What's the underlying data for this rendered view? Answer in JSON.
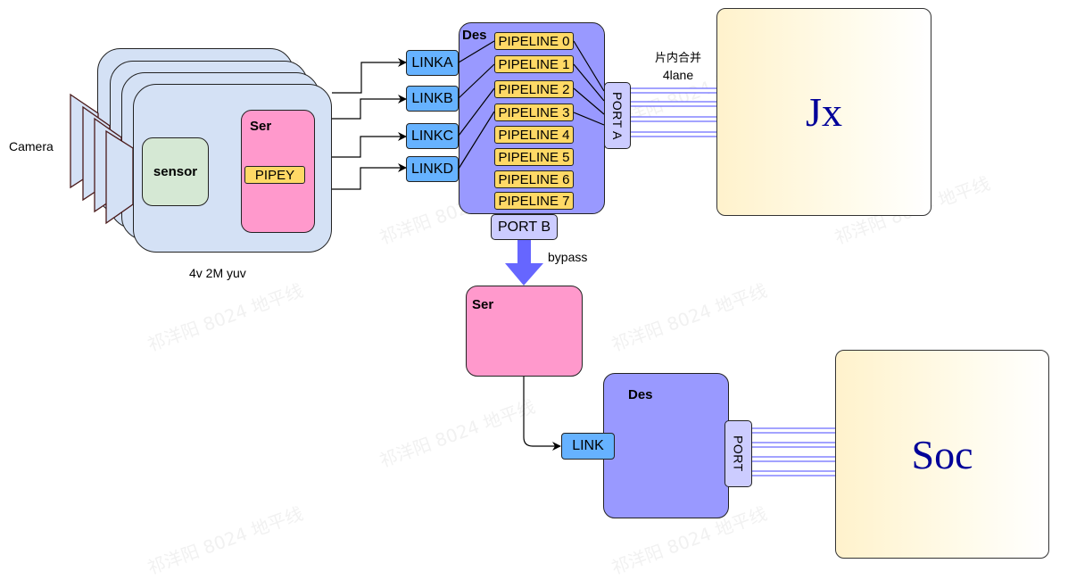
{
  "camera": {
    "label": "Camera",
    "module_caption": "4v 2M yuv",
    "sensor_label": "sensor",
    "ser_label": "Ser",
    "pipe_label": "PIPEY"
  },
  "des_main": {
    "title": "Des",
    "links": [
      "LINKA",
      "LINKB",
      "LINKC",
      "LINKD"
    ],
    "pipelines": [
      "PIPELINE 0",
      "PIPELINE 1",
      "PIPELINE 2",
      "PIPELINE 3",
      "PIPELINE 4",
      "PIPELINE 5",
      "PIPELINE 6",
      "PIPELINE 7"
    ],
    "port_a": "PORT A",
    "port_b": "PORT B"
  },
  "lane_note": {
    "line1": "片内合并",
    "line2": "4lane"
  },
  "jx": {
    "label": "Jx"
  },
  "bypass": {
    "label": "bypass"
  },
  "ser2": {
    "label": "Ser"
  },
  "des2": {
    "title": "Des",
    "link": "LINK",
    "port": "PORT"
  },
  "soc": {
    "label": "Soc"
  },
  "watermark": {
    "text": "祁洋阳 8024 地平线"
  },
  "colors": {
    "camera_card": "#d4e1f5",
    "sensor": "#d5e8d4",
    "ser": "#ff99cc",
    "des": "#9999ff",
    "link": "#66b2ff",
    "pipeline": "#ffd966",
    "port": "#ccccff",
    "bypass_arrow": "#6666ff",
    "chip_text": "#000099"
  }
}
